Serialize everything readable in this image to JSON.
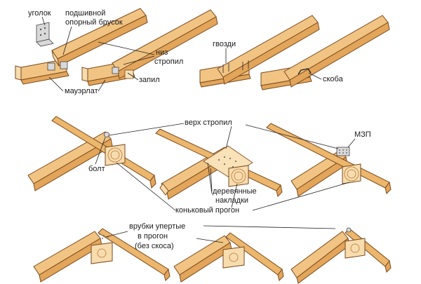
{
  "labels": {
    "corner": "уголок",
    "support_bar_line1": "подшивной",
    "support_bar_line2": "опорный брусок",
    "rafter_bottom_line1": "низ",
    "rafter_bottom_line2": "стропил",
    "notch": "запил",
    "mauerlat": "мауэрлат",
    "nails": "гвозди",
    "staple": "скоба",
    "rafter_top": "верх стропил",
    "mzp": "МЗП",
    "bolt": "болт",
    "wooden_line1": "деревянные",
    "wooden_line2": "накладки",
    "ridge_purlin": "коньковый прогон",
    "notches_line1": "врубки упертые",
    "notches_line2": "в прогон",
    "notches_line3": "(без скоса)"
  }
}
